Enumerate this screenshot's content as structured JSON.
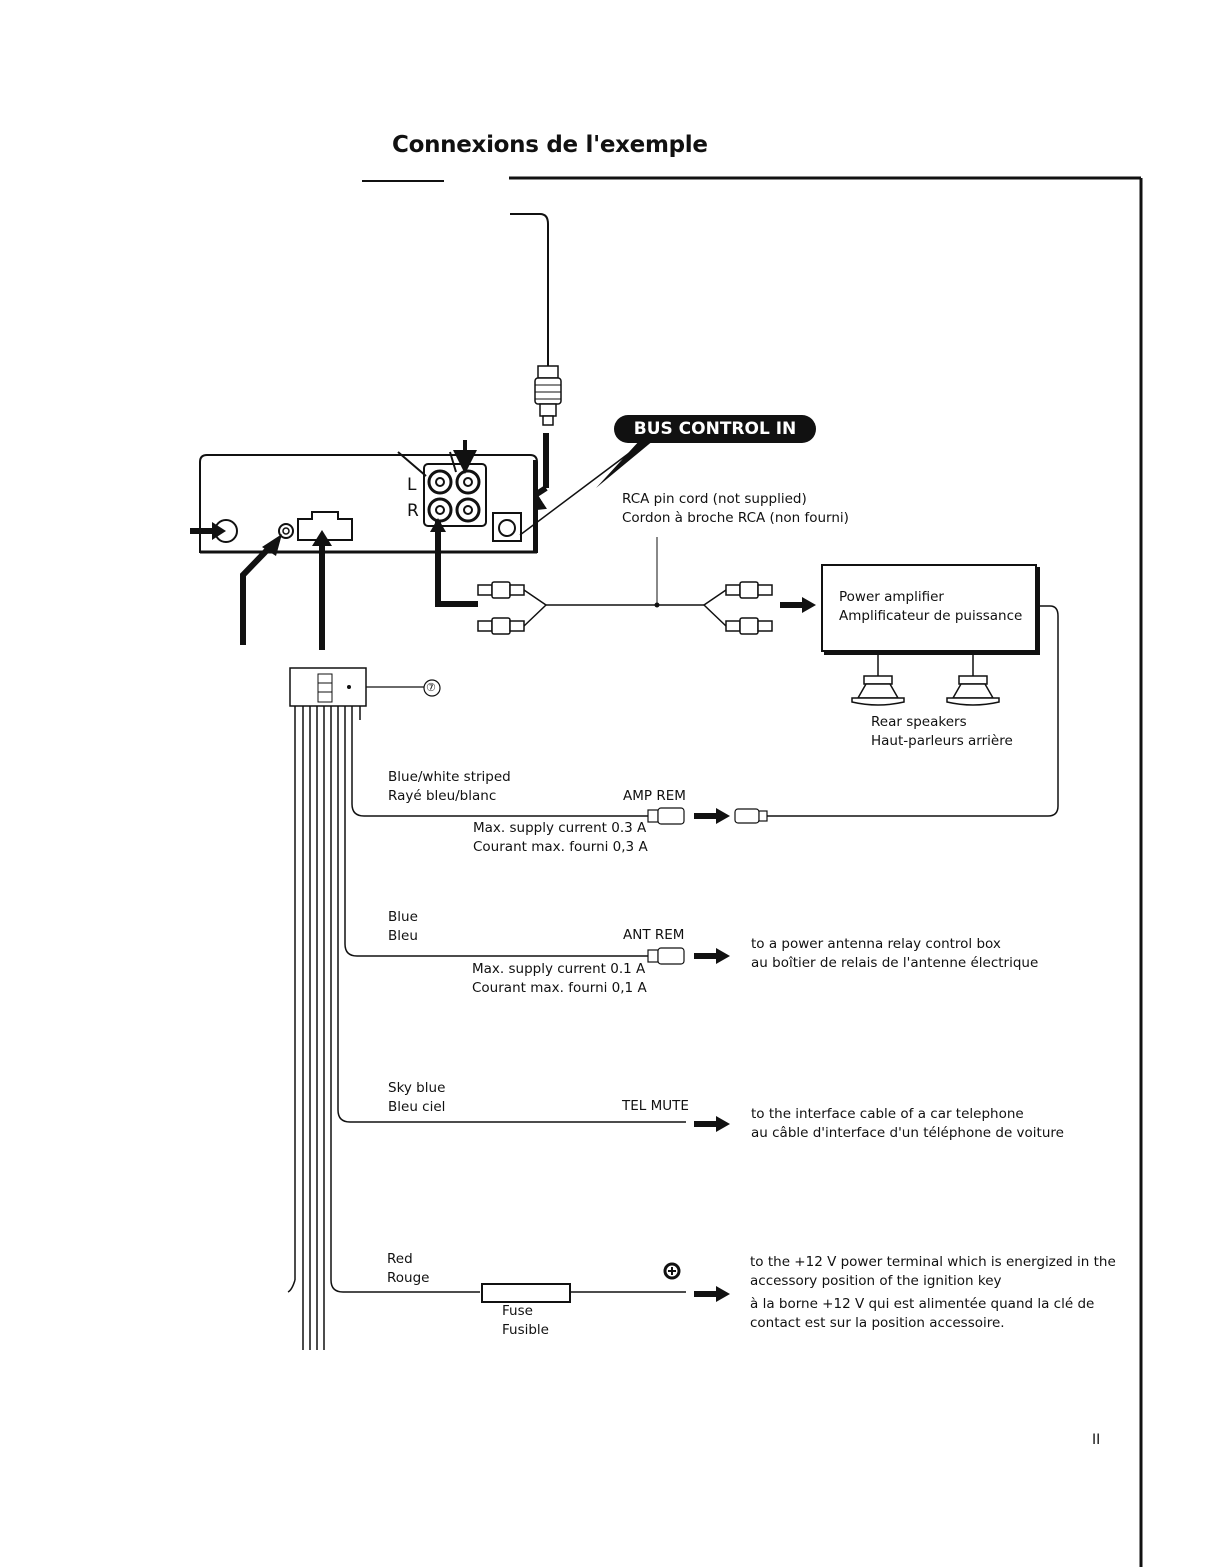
{
  "title": "Connexions de l'exemple",
  "badge": "BUS CONTROL IN",
  "channels": {
    "left": "L",
    "right": "R"
  },
  "rca_cord": {
    "en": "RCA pin cord (not supplied)",
    "fr": "Cordon à broche RCA (non fourni)"
  },
  "amplifier": {
    "en": "Power amplifier",
    "fr": "Amplificateur de puissance"
  },
  "speakers": {
    "en": "Rear speakers",
    "fr": "Haut-parleurs arrière"
  },
  "connector_ref": "⑦",
  "wires": {
    "amp_rem": {
      "color_en": "Blue/white striped",
      "color_fr": "Rayé bleu/blanc",
      "terminal": "AMP REM",
      "current_en": "Max. supply current 0.3 A",
      "current_fr": "Courant max. fourni 0,3 A"
    },
    "ant_rem": {
      "color_en": "Blue",
      "color_fr": "Bleu",
      "terminal": "ANT REM",
      "current_en": "Max. supply current 0.1 A",
      "current_fr": "Courant max. fourni 0,1 A",
      "dest_en": "to a power antenna relay control box",
      "dest_fr": "au boîtier de relais de l'antenne électrique"
    },
    "tel_mute": {
      "color_en": "Sky blue",
      "color_fr": "Bleu ciel",
      "terminal": "TEL MUTE",
      "dest_en": "to the interface cable of a car telephone",
      "dest_fr": "au câble d'interface d'un téléphone de voiture"
    },
    "power": {
      "color_en": "Red",
      "color_fr": "Rouge",
      "fuse_en": "Fuse",
      "fuse_fr": "Fusible",
      "dest_en_1": "to the +12 V power terminal which is energized in the",
      "dest_en_2": "accessory position of the ignition key",
      "dest_fr_1": "à la borne +12 V qui est alimentée quand la clé de",
      "dest_fr_2": "contact est sur la position accessoire."
    }
  },
  "page_number": "II"
}
